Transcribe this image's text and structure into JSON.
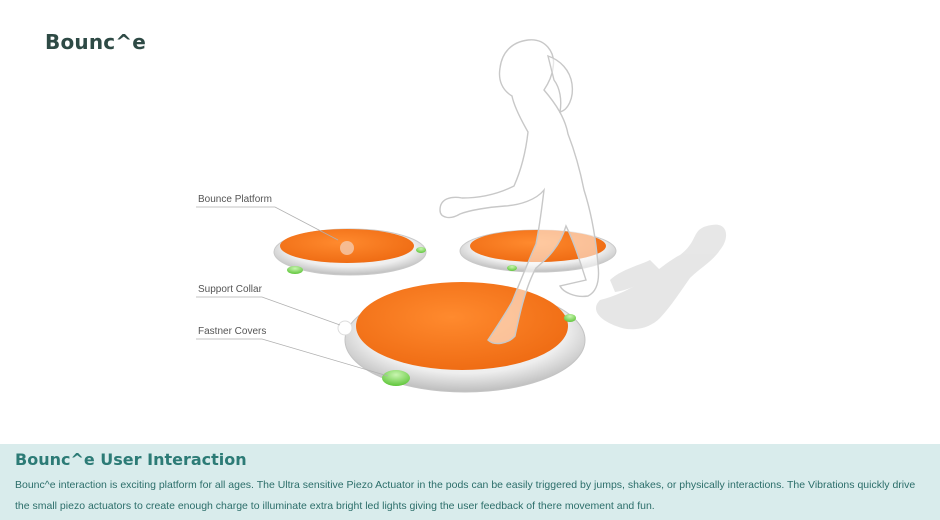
{
  "brand": {
    "title": "Bounc^e"
  },
  "callouts": {
    "bounce_platform": "Bounce Platform",
    "support_collar": "Support Collar",
    "fastner_covers": "Fastner Covers"
  },
  "footer": {
    "title": "Bounc^e User Interaction",
    "body": "Bounc^e interaction is exciting platform for all ages.  The Ultra sensitive Piezo Actuator in the pods can be easily triggered by jumps, shakes, or physically interactions.  The Vibrations quickly drive the small piezo actuators to create enough charge to illuminate extra bright led lights giving the user feedback of there movement and fun."
  },
  "colors": {
    "platform_orange": "#f47a20",
    "collar_gray": "#d8d8d8",
    "led_green": "#7ed957",
    "footer_bg": "#d9ecec",
    "title_teal": "#2c7b76",
    "brand_dark": "#2e4a45"
  }
}
